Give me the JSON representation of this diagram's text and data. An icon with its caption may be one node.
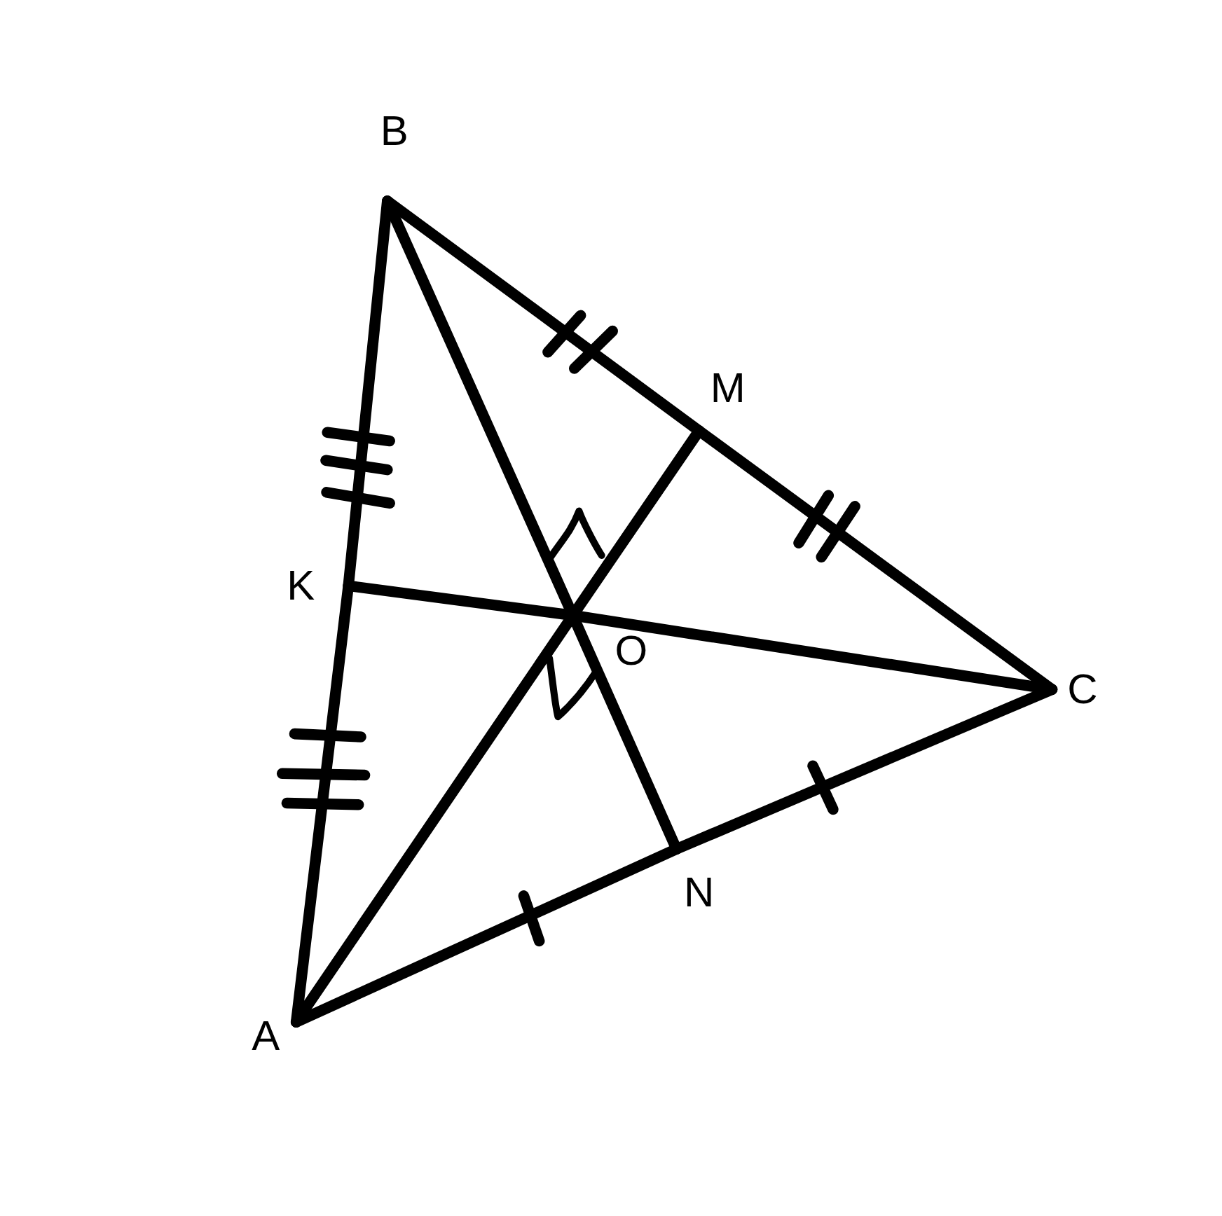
{
  "diagram": {
    "nodes": [
      {
        "text": [
          "B"
        ]
      },
      {
        "text": [
          "M"
        ]
      },
      {
        "text": [
          "K"
        ]
      },
      {
        "text": [
          "O"
        ]
      },
      {
        "text": [
          "C"
        ]
      },
      {
        "text": [
          "N"
        ]
      },
      {
        "text": [
          "A"
        ]
      }
    ],
    "edges": [
      {
        "from": 0,
        "to": 1,
        "arrow": "none"
      },
      {
        "from": 1,
        "to": 4,
        "arrow": "none"
      },
      {
        "from": 0,
        "to": 2,
        "arrow": "none"
      },
      {
        "from": 2,
        "to": 6,
        "arrow": "none"
      },
      {
        "from": 6,
        "to": 5,
        "arrow": "none"
      },
      {
        "from": 5,
        "to": 4,
        "arrow": "none"
      },
      {
        "from": 0,
        "to": 3,
        "arrow": "none"
      },
      {
        "from": 3,
        "to": 5,
        "arrow": "none"
      },
      {
        "from": 6,
        "to": 3,
        "arrow": "none"
      },
      {
        "from": 3,
        "to": 1,
        "arrow": "none"
      },
      {
        "from": 2,
        "to": 3,
        "arrow": "none"
      },
      {
        "from": 3,
        "to": 4,
        "arrow": "none"
      }
    ]
  }
}
